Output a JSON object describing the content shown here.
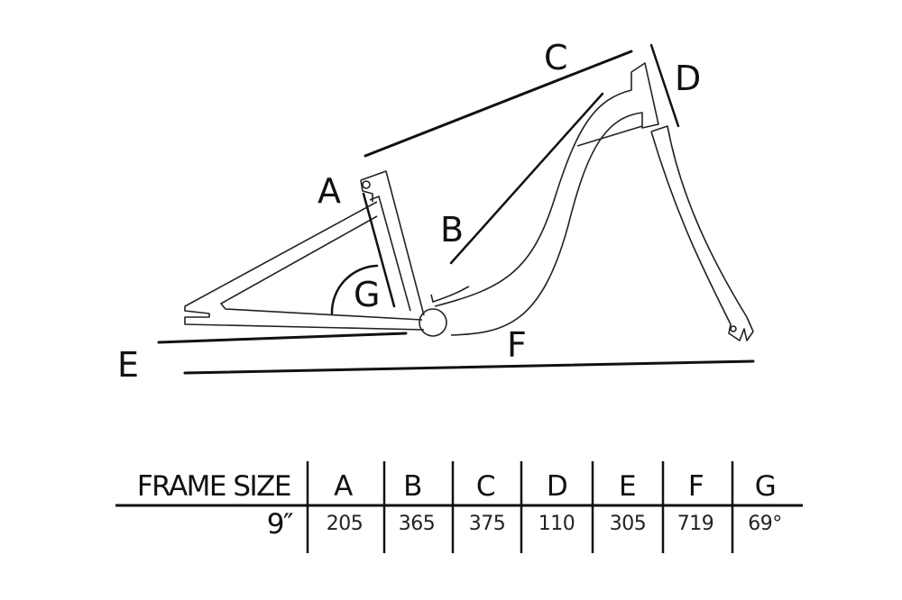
{
  "diagram": {
    "labels": {
      "A": "A",
      "B": "B",
      "C": "C",
      "D": "D",
      "E": "E",
      "F": "F",
      "G": "G"
    }
  },
  "table": {
    "header": [
      "FRAME SIZE",
      "A",
      "B",
      "C",
      "D",
      "E",
      "F",
      "G"
    ],
    "rows": [
      [
        "9″",
        "205",
        "365",
        "375",
        "110",
        "305",
        "719",
        "69°"
      ]
    ]
  }
}
